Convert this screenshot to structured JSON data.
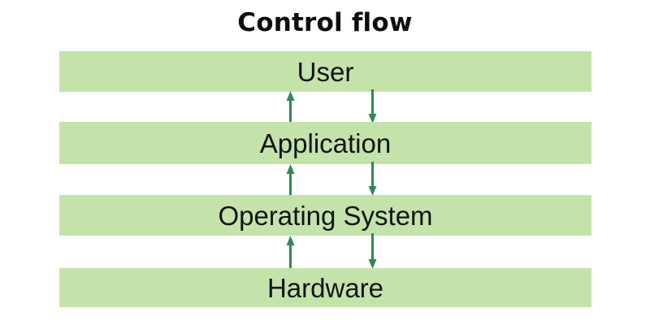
{
  "title": "Control flow",
  "diagram": {
    "type": "layered-stack-flow",
    "layers": [
      {
        "id": "user",
        "label": "User"
      },
      {
        "id": "app",
        "label": "Application"
      },
      {
        "id": "os",
        "label": "Operating System"
      },
      {
        "id": "hardware",
        "label": "Hardware"
      }
    ],
    "connections": [
      {
        "id": "gap-1",
        "from": "user",
        "to": "app",
        "down_arrow": true,
        "up_arrow": true
      },
      {
        "id": "gap-2",
        "from": "app",
        "to": "os",
        "down_arrow": true,
        "up_arrow": true
      },
      {
        "id": "gap-3",
        "from": "os",
        "to": "hardware",
        "down_arrow": true,
        "up_arrow": true
      }
    ],
    "arrow_direction_down": "down-arrow-icon",
    "arrow_direction_up": "up-arrow-icon"
  },
  "colors": {
    "bar_fill": "#c4e3ab",
    "arrow": "#2f8a55",
    "title_text": "#0d0d0d",
    "label_text": "#131313",
    "background": "#ffffff"
  }
}
